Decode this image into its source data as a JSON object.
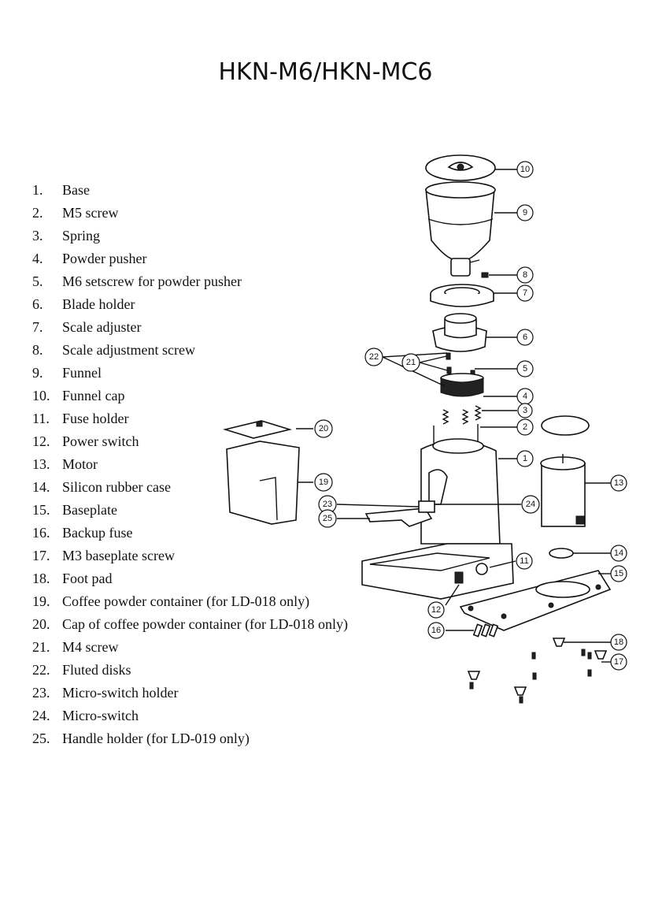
{
  "title": "HKN-M6/HKN-MC6",
  "parts": [
    {
      "num": "1.",
      "label": "Base"
    },
    {
      "num": "2.",
      "label": "M5 screw"
    },
    {
      "num": "3.",
      "label": "Spring"
    },
    {
      "num": "4.",
      "label": "Powder pusher"
    },
    {
      "num": "5.",
      "label": "M6 setscrew for powder pusher"
    },
    {
      "num": "6.",
      "label": "Blade holder"
    },
    {
      "num": "7.",
      "label": "Scale adjuster"
    },
    {
      "num": "8.",
      "label": "Scale adjustment screw"
    },
    {
      "num": "9.",
      "label": "Funnel"
    },
    {
      "num": "10.",
      "label": "Funnel cap"
    },
    {
      "num": "11.",
      "label": "Fuse holder"
    },
    {
      "num": "12.",
      "label": "Power switch"
    },
    {
      "num": "13.",
      "label": "Motor"
    },
    {
      "num": "14.",
      "label": "Silicon rubber case"
    },
    {
      "num": "15.",
      "label": "Baseplate"
    },
    {
      "num": "16.",
      "label": "Backup fuse"
    },
    {
      "num": "17.",
      "label": "M3 baseplate screw"
    },
    {
      "num": "18.",
      "label": "Foot pad"
    },
    {
      "num": "19.",
      "label": "Coffee powder container (for LD-018 only)"
    },
    {
      "num": "20.",
      "label": "Cap of coffee powder container (for LD-018 only)"
    },
    {
      "num": "21.",
      "label": "M4 screw"
    },
    {
      "num": "22.",
      "label": "Fluted disks"
    },
    {
      "num": "23.",
      "label": "Micro-switch holder"
    },
    {
      "num": "24.",
      "label": "Micro-switch"
    },
    {
      "num": "25.",
      "label": "Handle holder (for LD-019 only)"
    }
  ],
  "callouts": [
    "1",
    "2",
    "3",
    "4",
    "5",
    "6",
    "7",
    "8",
    "9",
    "10",
    "11",
    "12",
    "13",
    "14",
    "15",
    "16",
    "17",
    "18",
    "19",
    "20",
    "21",
    "22",
    "23",
    "24",
    "25"
  ]
}
